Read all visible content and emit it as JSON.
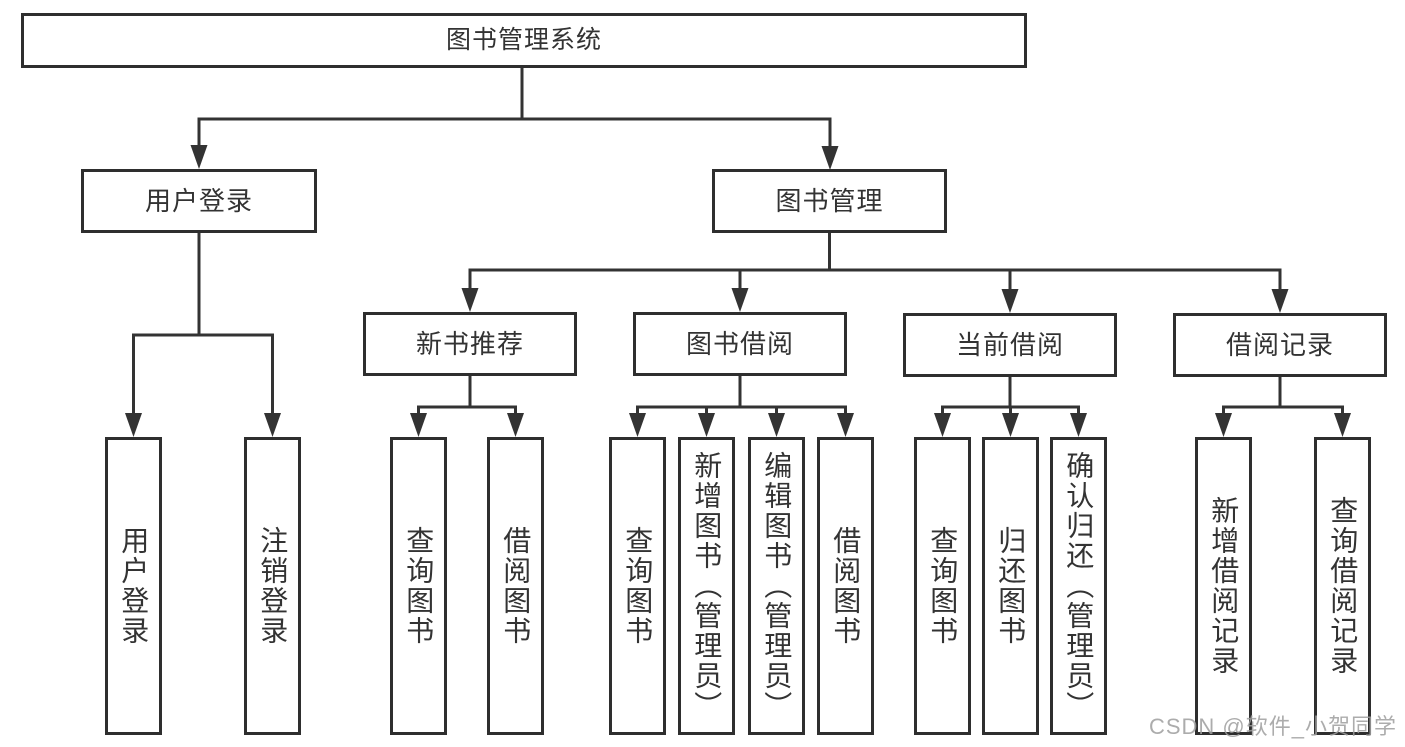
{
  "colors": {
    "line": "#333333",
    "node_border": "#2e2e2e",
    "node_text": "#333333",
    "watermark_text": "#9e9e9e"
  },
  "watermark": {
    "text": "CSDN @软件_小贺同学"
  },
  "tree": {
    "label": "图书管理系统",
    "children": [
      {
        "label": "用户登录",
        "children": [
          {
            "label": "用户登录"
          },
          {
            "label": "注销登录"
          }
        ]
      },
      {
        "label": "图书管理",
        "children": [
          {
            "label": "新书推荐",
            "children": [
              {
                "label": "查询图书"
              },
              {
                "label": "借阅图书"
              }
            ]
          },
          {
            "label": "图书借阅",
            "children": [
              {
                "label": "查询图书"
              },
              {
                "label": "新增图书（管理员）"
              },
              {
                "label": "编辑图书（管理员）"
              },
              {
                "label": "借阅图书"
              }
            ]
          },
          {
            "label": "当前借阅",
            "children": [
              {
                "label": "查询图书"
              },
              {
                "label": "归还图书"
              },
              {
                "label": "确认归还（管理员）"
              }
            ]
          },
          {
            "label": "借阅记录",
            "children": [
              {
                "label": "新增借阅记录"
              },
              {
                "label": "查询借阅记录"
              }
            ]
          }
        ]
      }
    ]
  }
}
